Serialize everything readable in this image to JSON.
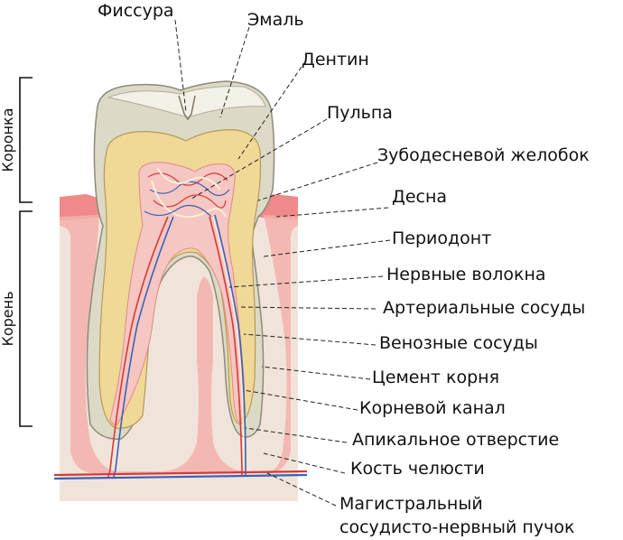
{
  "labels": {
    "fissure": "Фиссура",
    "enamel": "Эмаль",
    "dentin": "Дентин",
    "pulp": "Пульпа",
    "gingival_sulcus": "Зубодесневой желобок",
    "gum": "Десна",
    "periodontium": "Периодонт",
    "nerve_fibers": "Нервные волокна",
    "arterial_vessels": "Артериальные сосуды",
    "venous_vessels": "Венозные сосуды",
    "root_cementum": "Цемент корня",
    "root_canal": "Корневой канал",
    "apical_foramen": "Апикальное отверстие",
    "jaw_bone": "Кость челюсти",
    "bundle_line1": "Магистральный",
    "bundle_line2": "сосудисто-нервный пучок"
  },
  "regions": {
    "crown": "Коронка",
    "root": "Корень"
  },
  "colors": {
    "enamel": "#dcdac6",
    "enamel_top": "#f3f0e6",
    "dentin": "#f0d897",
    "pulp": "#f6c6c2",
    "gum": "#f08a8a",
    "periodontium": "#f4b0aa",
    "bone": "#f0e4da",
    "artery": "#d43a3a",
    "vein": "#3a62b8",
    "nerve": "#f8f0d8"
  }
}
